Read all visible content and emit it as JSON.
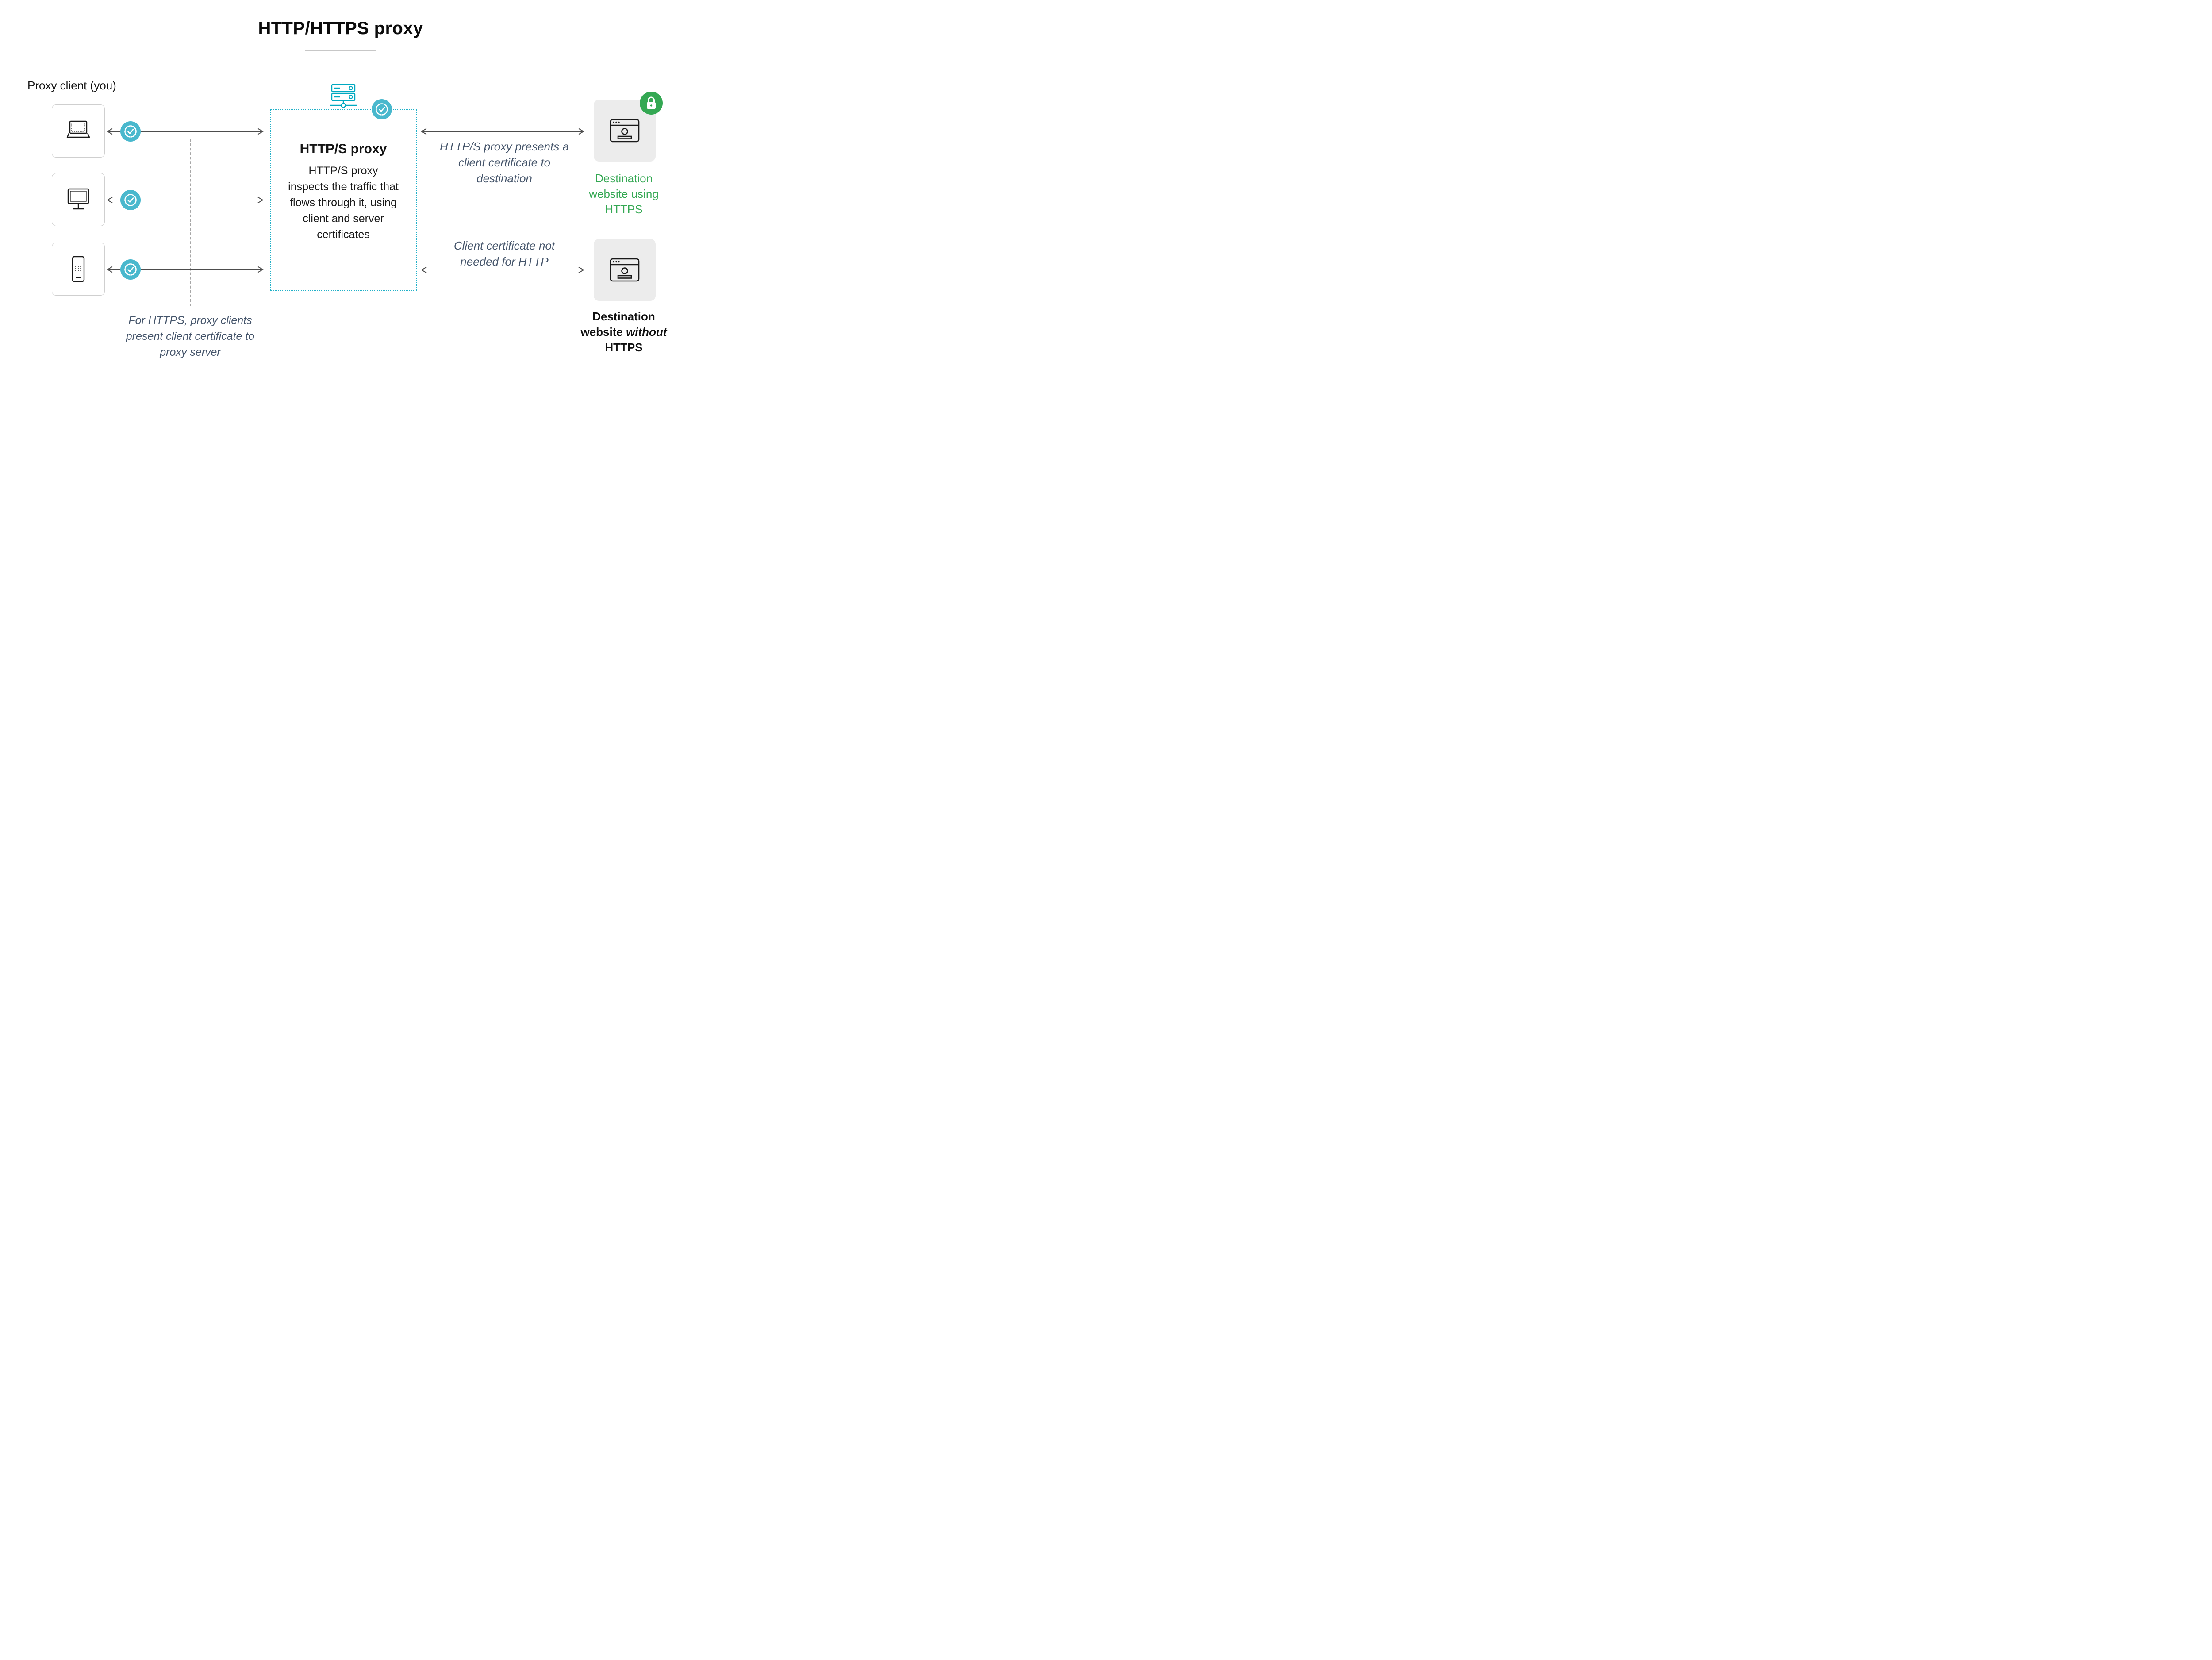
{
  "title": "HTTP/HTTPS proxy",
  "left_panel": {
    "label": "Proxy client (you)",
    "devices": [
      "laptop",
      "monitor",
      "smartphone"
    ],
    "caption": "For HTTPS, proxy clients present client certificate to proxy server"
  },
  "proxy_box": {
    "heading": "HTTP/S proxy",
    "description": "HTTP/S proxy inspects the traffic that flows through it, using client and server certificates"
  },
  "right_panel": {
    "https_arrow_label": "HTTP/S proxy presents a client certificate to destination",
    "http_arrow_label": "Client certificate not needed for HTTP",
    "https_card_label": "Destination website using HTTPS",
    "http_card_label": {
      "pre": "Destination website ",
      "italic": "without",
      "post": " HTTPS"
    }
  },
  "icons": {
    "certificate_badge": "certificate-badge-icon",
    "proxy_server": "proxy-server-icon",
    "browser_window": "browser-window-icon",
    "lock": "lock-icon"
  },
  "colors": {
    "badge_teal": "#49b8cd",
    "server_teal": "#00a9c1",
    "dotted_border_teal": "#1fb0c8",
    "https_green": "#34a853",
    "slate_note_text": "#44546a",
    "arrow_gray": "#4d4d4d",
    "title_rule_gray": "#c7c7c7",
    "card_border_gray": "#cfcfcf",
    "dest_card_gray": "#ececec"
  }
}
